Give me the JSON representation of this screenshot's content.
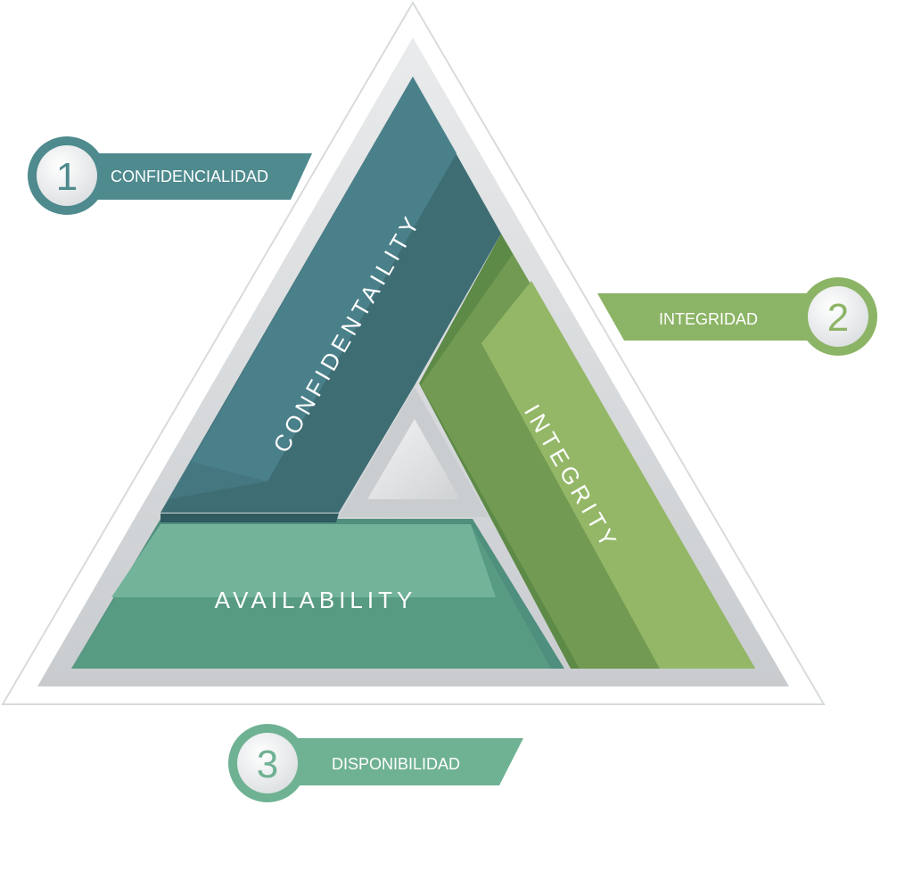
{
  "segments": {
    "confidentiality": {
      "label": "CONFIDENTAILITY",
      "color": "#4A808B"
    },
    "integrity": {
      "label": "INTEGRITY",
      "color": "#94B767"
    },
    "availability": {
      "label": "AVAILABILITY",
      "color": "#589B83"
    }
  },
  "callouts": [
    {
      "number": "1",
      "label": "CONFIDENCIALIDAD",
      "color": "#4E8A8E"
    },
    {
      "number": "2",
      "label": "INTEGRIDAD",
      "color": "#8CB466"
    },
    {
      "number": "3",
      "label": "DISPONIBILIDAD",
      "color": "#6FB293"
    }
  ]
}
